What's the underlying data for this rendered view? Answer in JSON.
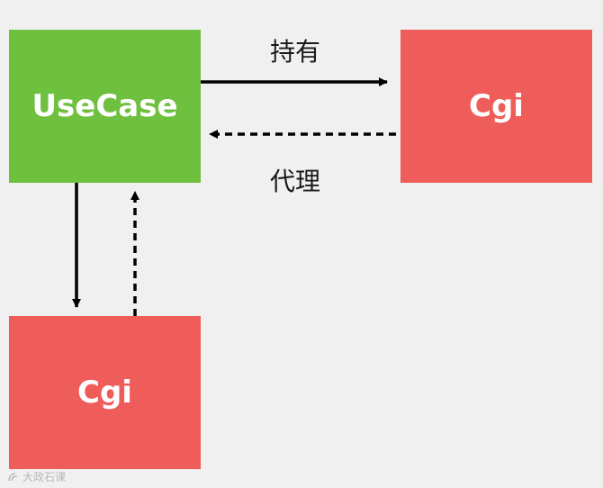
{
  "nodes": {
    "usecase": "UseCase",
    "cgi_right": "Cgi",
    "cgi_bottom": "Cgi"
  },
  "edges": {
    "hold_label": "持有",
    "proxy_label": "代理"
  },
  "colors": {
    "usecase_fill": "#70c040",
    "cgi_fill": "#ee5d5a",
    "background": "#f0f0f0",
    "arrow": "#000000"
  },
  "watermark": {
    "text": "大政石课",
    "icon": "logo-icon"
  }
}
